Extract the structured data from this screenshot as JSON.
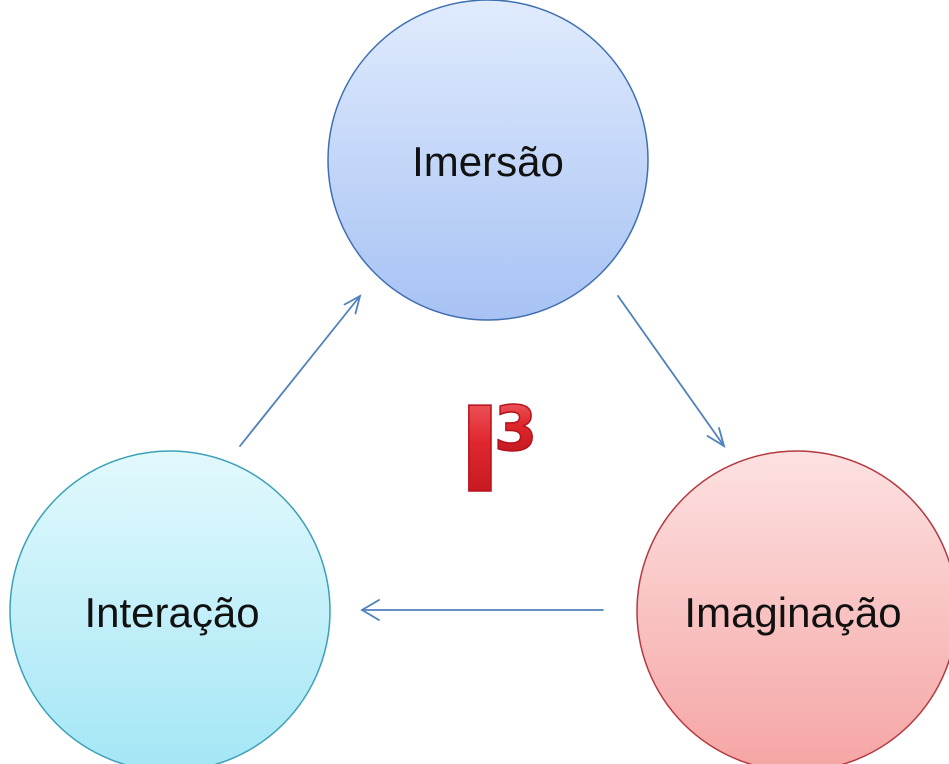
{
  "nodes": [
    {
      "id": "imersao",
      "label": "Imersão",
      "color": "#a9c4f5",
      "border": "#3f6fb2"
    },
    {
      "id": "imaginacao",
      "label": "Imaginação",
      "color": "#f6a8a6",
      "border": "#b4383e"
    },
    {
      "id": "interacao",
      "label": "Interação",
      "color": "#a6e8f6",
      "border": "#3aa0b8"
    }
  ],
  "center": {
    "base": "I",
    "superscript": "3",
    "color": "#d8232a"
  },
  "arrows": [
    {
      "from": "interacao",
      "to": "imersao"
    },
    {
      "from": "imersao",
      "to": "imaginacao"
    },
    {
      "from": "imaginacao",
      "to": "interacao"
    }
  ],
  "arrow_color": "#4f81bd"
}
